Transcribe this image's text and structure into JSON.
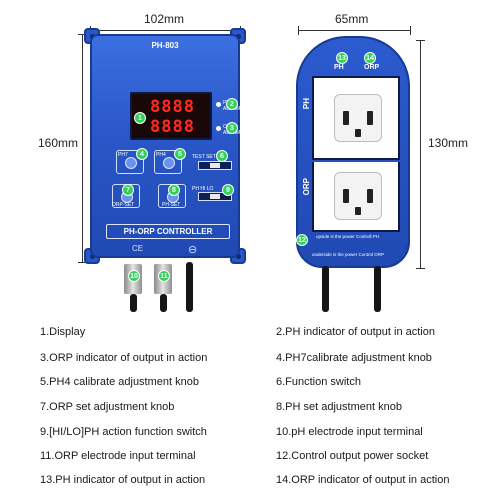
{
  "dimensions": {
    "left_width": "102mm",
    "left_height": "160mm",
    "right_width": "65mm",
    "right_height": "130mm"
  },
  "left_device": {
    "model": "PH-803",
    "display_top": "8888",
    "display_bottom": "8888",
    "alarm_top": "PH ALARM",
    "alarm_bottom": "ORP ALARM",
    "knob_ph7": "PH7",
    "knob_ph4": "PH4",
    "knob_orp_set": "ORP-SET",
    "knob_ph_set": "PH-SET",
    "switch_function": "TEST SET",
    "switch_hilo": "PH HI LO",
    "controller_label": "PH-ORP CONTROLLER",
    "cert_ce": "CE",
    "cert_recycle": "⊖",
    "badges": [
      "1",
      "2",
      "3",
      "4",
      "5",
      "6",
      "7",
      "8",
      "9",
      "10",
      "11"
    ]
  },
  "right_device": {
    "top_ph": "PH",
    "top_orp": "ORP",
    "side_ph": "PH",
    "side_orp": "ORP",
    "panel_text": "upside is the power Controll PH",
    "bottom_text": "underside is the power Control ORP",
    "badges": [
      "13",
      "14",
      "12"
    ]
  },
  "legend": [
    "1.Display",
    "2.PH indicator of output in action",
    "3.ORP indicator of output in action",
    "4.PH7calibrate adjustment knob",
    "5.PH4 calibrate adjustment knob",
    "6.Function switch",
    "7.ORP set adjustment knob",
    "8.PH set adjustment knob",
    "9.[HI/LO]PH action function switch",
    "10.pH electrode input terminal",
    "11.ORP electrode input terminal",
    "12.Control output power socket",
    "13.PH indicator of output in action",
    "14.ORP indicator of output in action"
  ],
  "colors": {
    "device_blue": "#2a57c8",
    "badge_green": "#35d05a",
    "led_red": "#ff2a1e"
  }
}
